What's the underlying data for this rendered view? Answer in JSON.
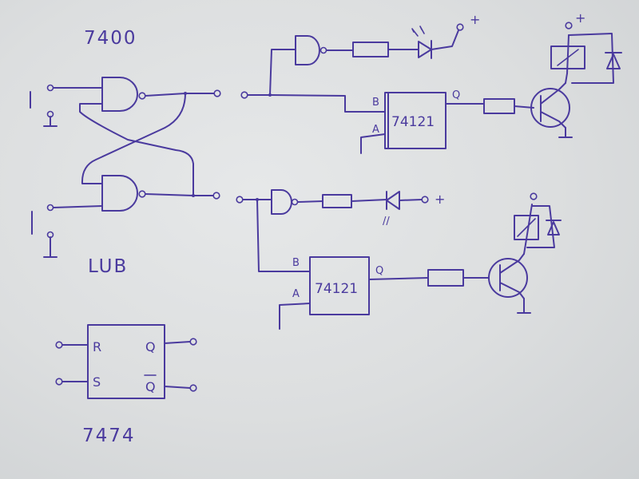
{
  "labels": {
    "ic_top": "7400",
    "ic_bottom": "LUB",
    "ic_flipflop": "7474",
    "chip1": "74121",
    "chip2": "74121",
    "pin_a": "A",
    "pin_b": "B",
    "pin_q": "Q",
    "ff_r": "R",
    "ff_s": "S",
    "ff_q": "Q",
    "ff_qbar": "Q",
    "plus": "+",
    "mark": "//"
  },
  "colors": {
    "ink": "#4a3a9e",
    "paper": "#e1e3e4"
  }
}
